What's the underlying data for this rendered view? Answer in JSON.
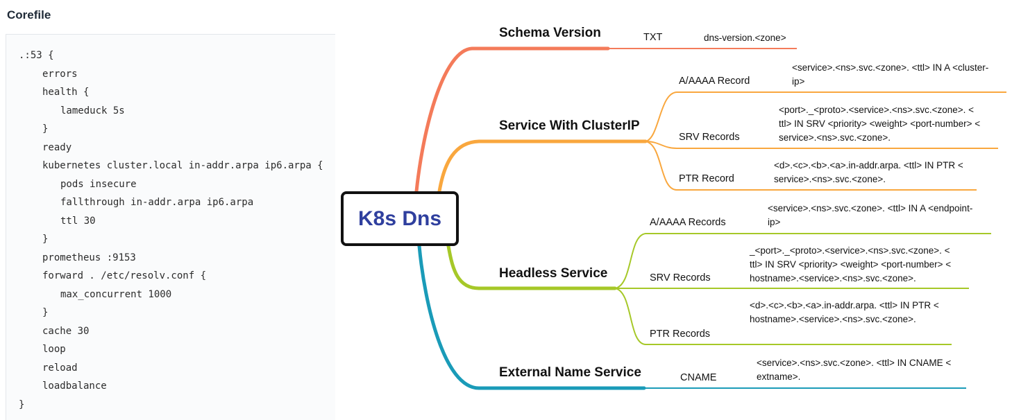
{
  "corefile": {
    "title": "Corefile",
    "lines": [
      ".:53 {",
      "errors",
      "health {",
      "lameduck 5s",
      "}",
      "ready",
      "kubernetes cluster.local in-addr.arpa ip6.arpa {",
      "pods insecure",
      "fallthrough in-addr.arpa ip6.arpa",
      "ttl 30",
      "}",
      "prometheus :9153",
      "forward . /etc/resolv.conf {",
      "max_concurrent 1000",
      "}",
      "cache 30",
      "loop",
      "reload",
      "loadbalance",
      "}"
    ]
  },
  "mindmap": {
    "center": "K8s Dns",
    "colors": {
      "schema": "#f47b5a",
      "clusterip": "#f9a73e",
      "headless": "#a6c828",
      "external": "#1a9bb8"
    },
    "branches": [
      {
        "label": "Schema Version",
        "children": [
          {
            "type": "TXT",
            "record": [
              "dns-version.<zone>"
            ]
          }
        ]
      },
      {
        "label": "Service With ClusterIP",
        "children": [
          {
            "type": "A/AAAA Record",
            "record": [
              "<service>.<ns>.svc.<zone>. <ttl> IN A <cluster-",
              "ip>"
            ]
          },
          {
            "type": "SRV Records",
            "record": [
              "<port>._<proto>.<service>.<ns>.svc.<zone>. <",
              "ttl> IN SRV <priority> <weight> <port-number> <",
              "service>.<ns>.svc.<zone>."
            ]
          },
          {
            "type": "PTR Record",
            "record": [
              "<d>.<c>.<b>.<a>.in-addr.arpa. <ttl> IN PTR <",
              "service>.<ns>.svc.<zone>."
            ]
          }
        ]
      },
      {
        "label": "Headless Service",
        "children": [
          {
            "type": "A/AAAA Records",
            "record": [
              "<service>.<ns>.svc.<zone>. <ttl> IN A <endpoint-",
              "ip>"
            ]
          },
          {
            "type": "SRV Records",
            "record": [
              "_<port>._<proto>.<service>.<ns>.svc.<zone>. <",
              "ttl> IN SRV <priority> <weight> <port-number> <",
              "hostname>.<service>.<ns>.svc.<zone>."
            ]
          },
          {
            "type": "PTR Records",
            "record": [
              "<d>.<c>.<b>.<a>.in-addr.arpa. <ttl> IN PTR <",
              "hostname>.<service>.<ns>.svc.<zone>."
            ]
          }
        ]
      },
      {
        "label": "External Name Service",
        "children": [
          {
            "type": "CNAME",
            "record": [
              "<service>.<ns>.svc.<zone>. <ttl> IN CNAME <",
              "extname>."
            ]
          }
        ]
      }
    ]
  }
}
